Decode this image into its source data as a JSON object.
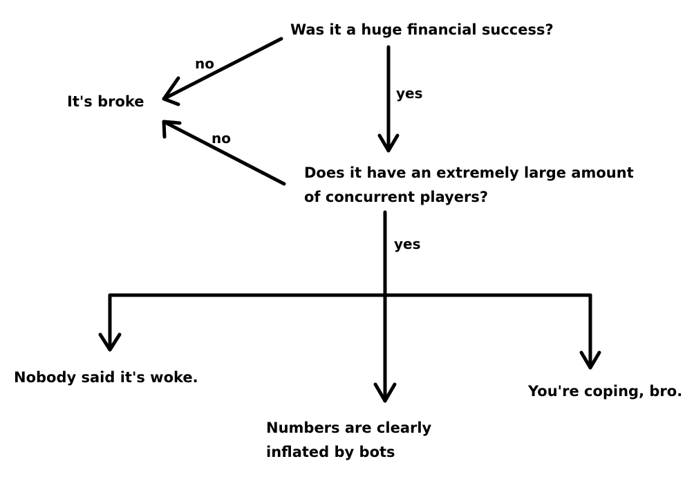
{
  "diagram": {
    "nodes": {
      "q_financial": "Was it a huge financial success?",
      "result_broke": "It's broke",
      "q_players_line1": "Does it have an extremely large amount",
      "q_players_line2": "of concurrent players?",
      "result_not_woke": "Nobody said it's woke.",
      "result_bots_line1": "Numbers are clearly",
      "result_bots_line2": "inflated by bots",
      "result_coping": "You're coping, bro."
    },
    "edges": {
      "financial_no": "no",
      "financial_yes": "yes",
      "players_no": "no",
      "players_yes": "yes"
    },
    "colors": {
      "ink": "#000000",
      "background": "#ffffff"
    }
  }
}
